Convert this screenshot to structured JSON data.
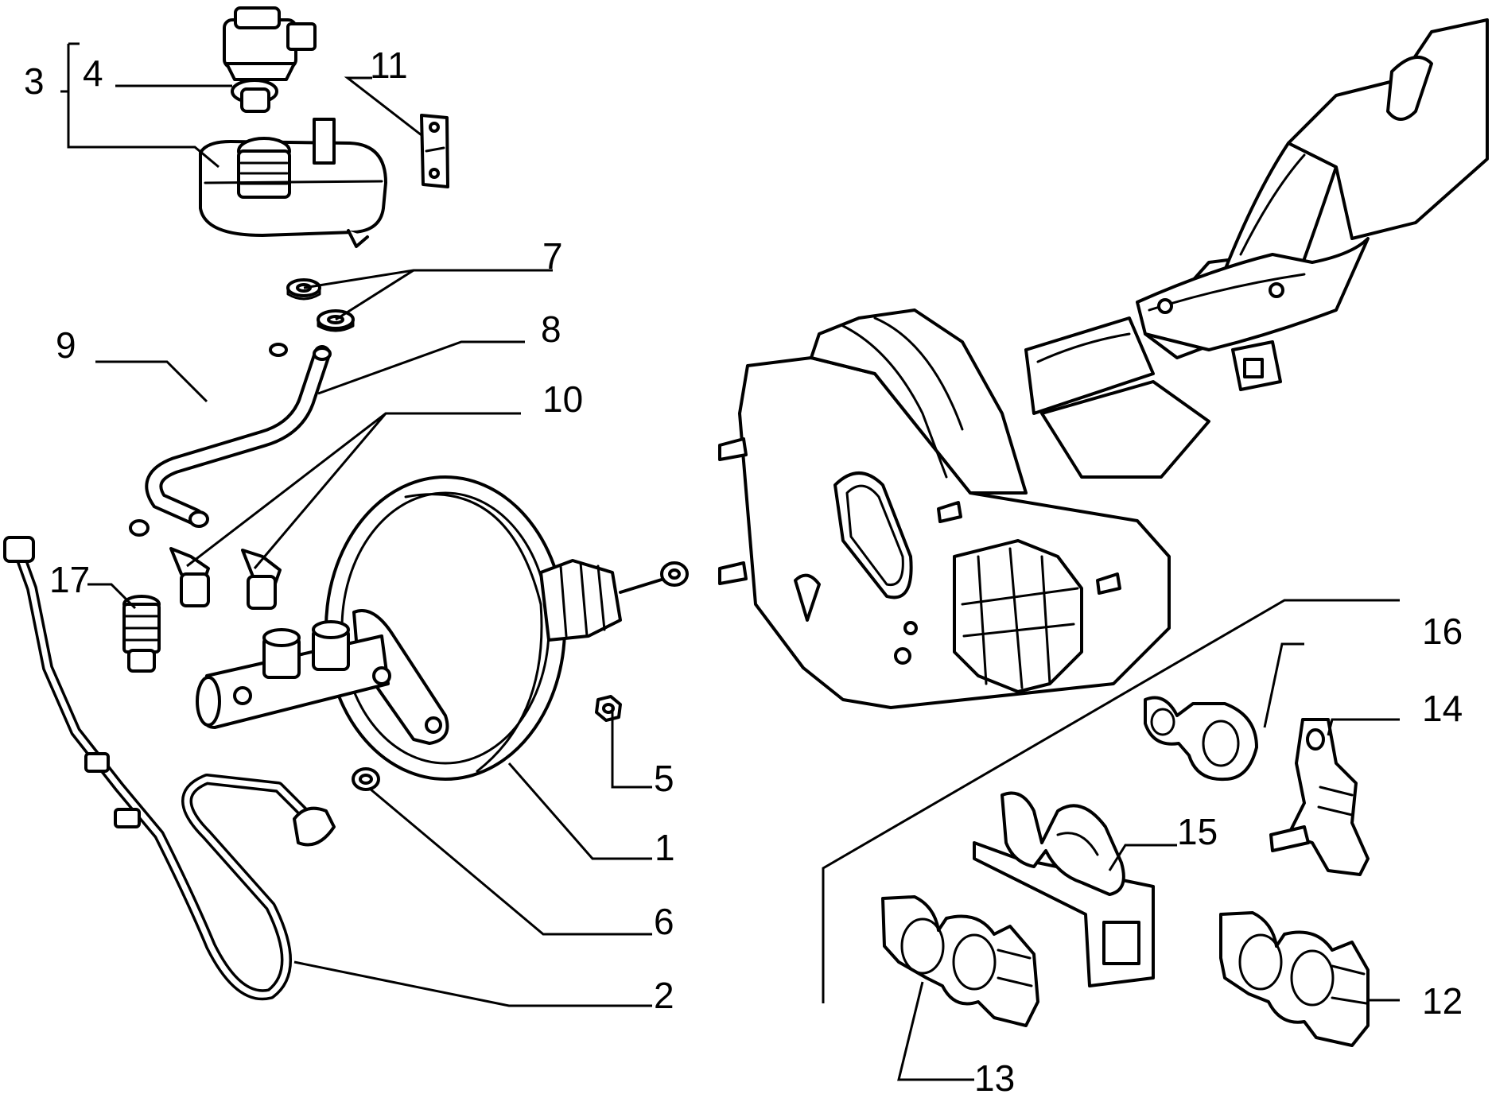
{
  "callouts": {
    "p1": "1",
    "p2": "2",
    "p3": "3",
    "p4": "4",
    "p5": "5",
    "p6": "6",
    "p7": "7",
    "p8": "8",
    "p9": "9",
    "p10": "10",
    "p11": "11",
    "p12": "12",
    "p13": "13",
    "p14": "14",
    "p15": "15",
    "p16": "16",
    "p17": "17"
  },
  "colors": {
    "line": "#000000",
    "background": "#ffffff"
  }
}
